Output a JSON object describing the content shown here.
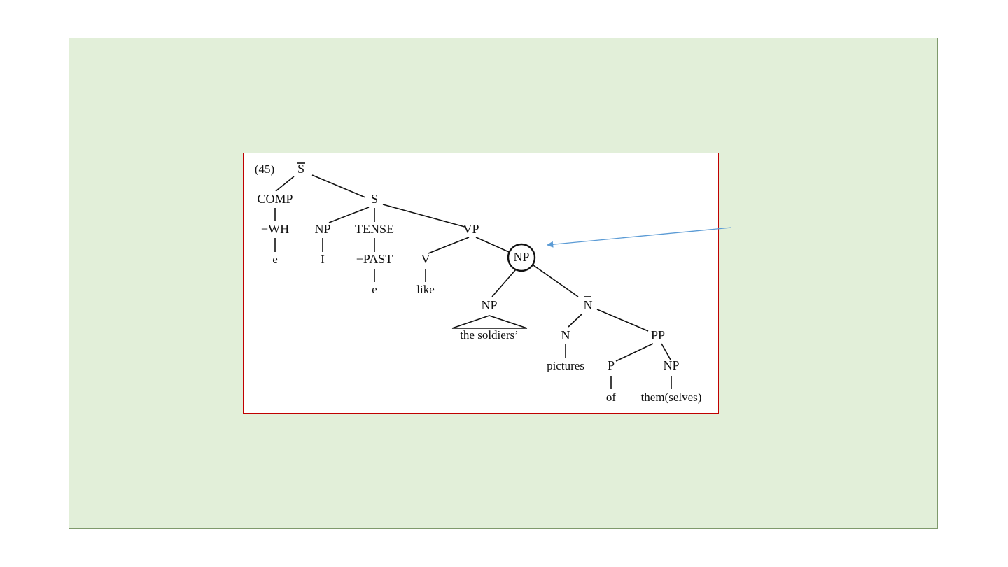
{
  "example_number": "(45)",
  "labels": {
    "sbar": "S",
    "comp": "COMP",
    "s": "S",
    "wh": "−WH",
    "np_subj": "NP",
    "tense": "TENSE",
    "vp": "VP",
    "e_comp": "e",
    "pron_i": "I",
    "past": "−PAST",
    "v": "V",
    "np_obj": "NP",
    "e_tense": "e",
    "verb_like": "like",
    "np_poss": "NP",
    "nbar": "N",
    "the_soldiers": "the soldiers’",
    "n": "N",
    "pp": "PP",
    "pictures": "pictures",
    "p": "P",
    "np_refl": "NP",
    "of": "of",
    "themselves": "them(selves)"
  },
  "colors": {
    "slide_background": "#e2efd9",
    "slide_border": "#7f9a6c",
    "figure_border": "#c00000",
    "arrow": "#5b9bd5",
    "ink": "#111111"
  }
}
